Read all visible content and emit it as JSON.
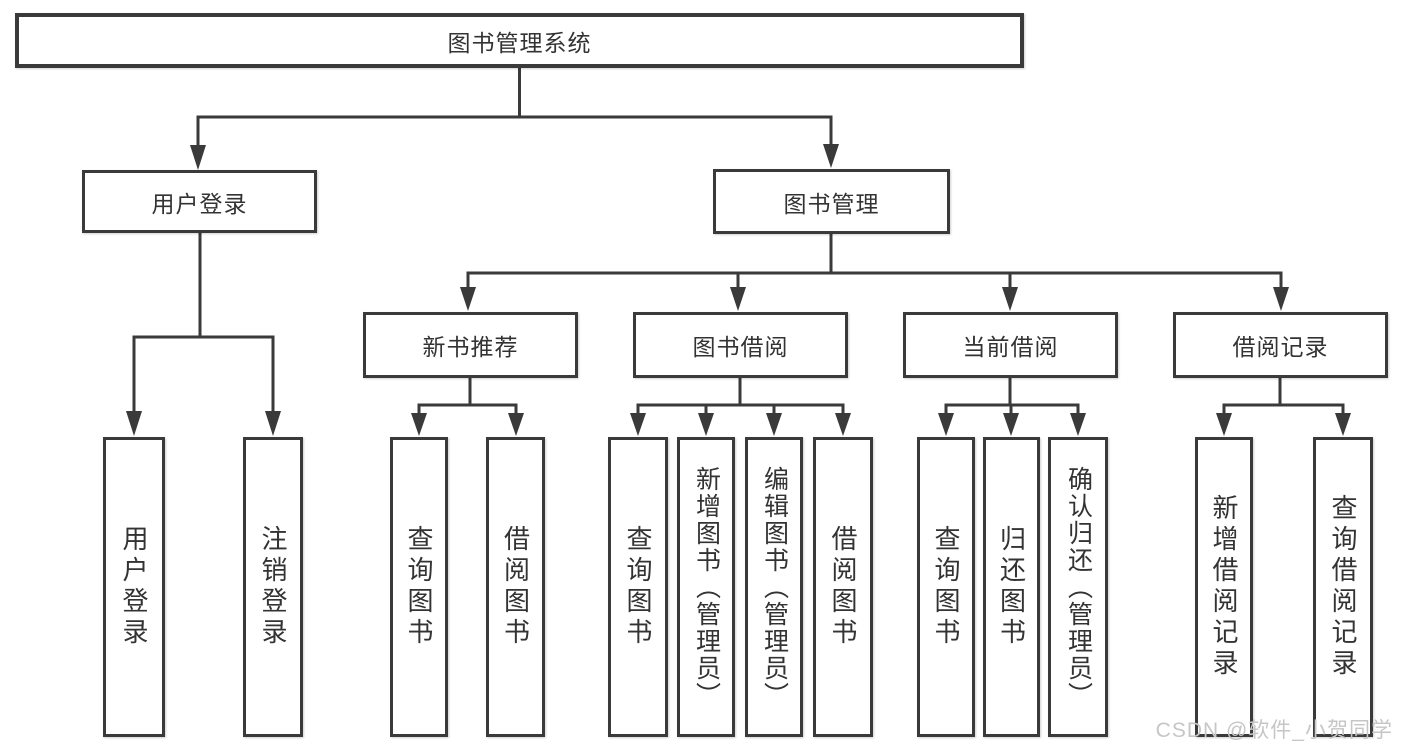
{
  "diagram_type": "hierarchy-tree",
  "colors": {
    "line": "#3a3a3a",
    "text": "#333333",
    "background": "#ffffff",
    "watermark": "#c6c6c6"
  },
  "tree": {
    "label": "图书管理系统",
    "children": [
      {
        "label": "用户登录",
        "children": [
          {
            "label": "用户登录"
          },
          {
            "label": "注销登录"
          }
        ]
      },
      {
        "label": "图书管理",
        "children": [
          {
            "label": "新书推荐",
            "children": [
              {
                "label": "查询图书"
              },
              {
                "label": "借阅图书"
              }
            ]
          },
          {
            "label": "图书借阅",
            "children": [
              {
                "label": "查询图书"
              },
              {
                "label": "新增图书（管理员）"
              },
              {
                "label": "编辑图书（管理员）"
              },
              {
                "label": "借阅图书"
              }
            ]
          },
          {
            "label": "当前借阅",
            "children": [
              {
                "label": "查询图书"
              },
              {
                "label": "归还图书"
              },
              {
                "label": "确认归还（管理员）"
              }
            ]
          },
          {
            "label": "借阅记录",
            "children": [
              {
                "label": "新增借阅记录"
              },
              {
                "label": "查询借阅记录"
              }
            ]
          }
        ]
      }
    ]
  },
  "watermark": {
    "text": "CSDN @软件_小贺同学"
  }
}
